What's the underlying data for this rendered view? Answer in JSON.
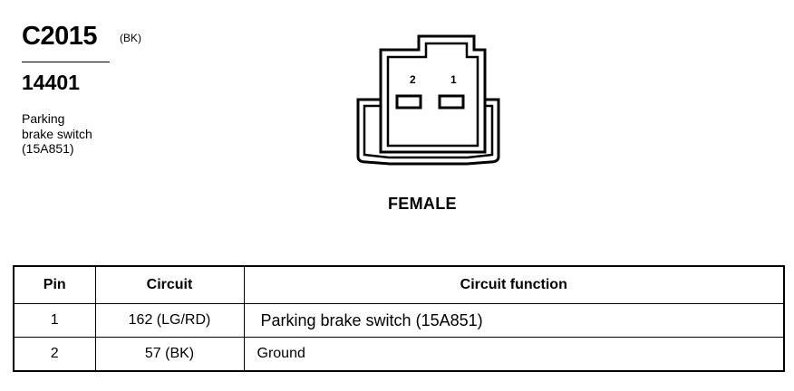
{
  "connector": {
    "id": "C2015",
    "color_code": "(BK)",
    "part_number": "14401",
    "description_lines": [
      "Parking",
      "brake switch",
      "(15A851)"
    ]
  },
  "diagram": {
    "pin_labels": [
      "2",
      "1"
    ],
    "gender": "FEMALE"
  },
  "table": {
    "headers": {
      "pin": "Pin",
      "circuit": "Circuit",
      "function": "Circuit function"
    },
    "rows": [
      {
        "pin": "1",
        "circuit": "162 (LG/RD)",
        "function": "Parking brake switch (15A851)"
      },
      {
        "pin": "2",
        "circuit": "57 (BK)",
        "function": "Ground"
      }
    ]
  }
}
